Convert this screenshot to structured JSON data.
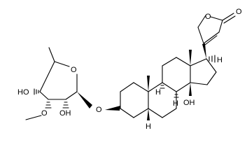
{
  "molecule": {
    "atom_labels": {
      "ring_oxygen_sugar": "O",
      "hydroxyl_4prime": "HO",
      "hydroxyl_2prime": "OH",
      "glycosidic_oxygen": "O",
      "methoxy_oxygen": "O",
      "hydroxyl_14": "OH",
      "lactone_ring_oxygen": "O",
      "lactone_carbonyl_oxygen": "O",
      "h_17": "H",
      "h_8": "H",
      "h_9": "H",
      "h_5": "H"
    }
  }
}
